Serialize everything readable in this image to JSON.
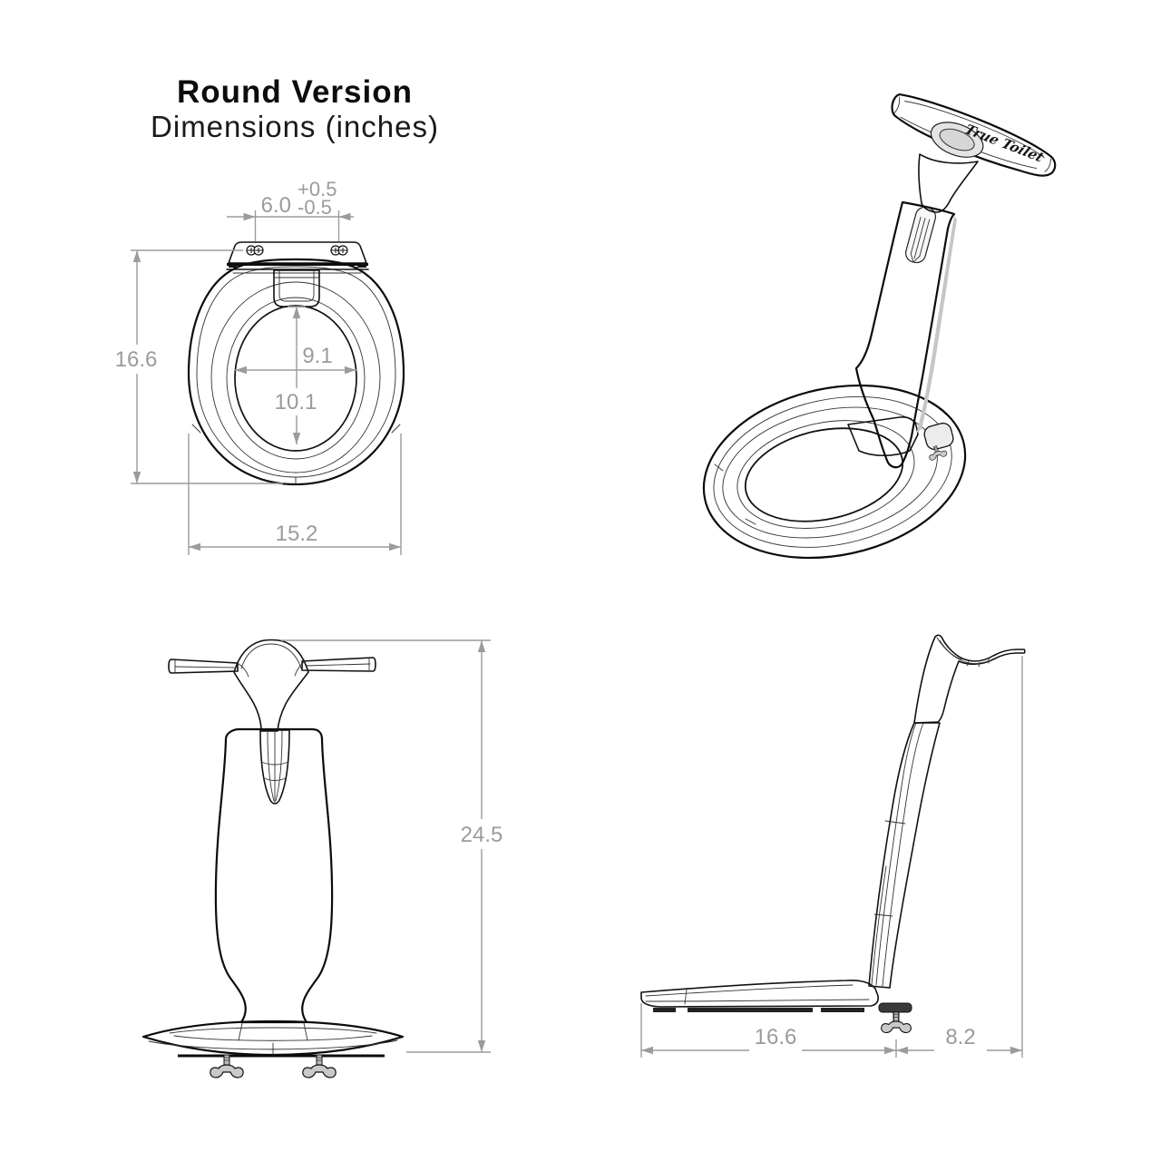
{
  "title": {
    "heading": "Round Version",
    "subheading": "Dimensions (inches)"
  },
  "logo": {
    "script": "True Toilet"
  },
  "views": {
    "top": {
      "dims": {
        "hinge_spacing_value": "6.0",
        "hinge_spacing_tol_plus": "+0.5",
        "hinge_spacing_tol_minus": "-0.5",
        "overall_depth": "16.6",
        "opening_width": "9.1",
        "opening_depth": "10.1",
        "overall_width": "15.2"
      }
    },
    "front": {
      "dims": {
        "overall_height": "24.5"
      }
    },
    "side": {
      "dims": {
        "base_length": "16.6",
        "upper_reach": "8.2"
      }
    }
  },
  "colors": {
    "dimension_gray": "#9b9b9b",
    "outline_black": "#111111",
    "lid_dark_gray": "#8b8b8b",
    "background": "#ffffff"
  }
}
